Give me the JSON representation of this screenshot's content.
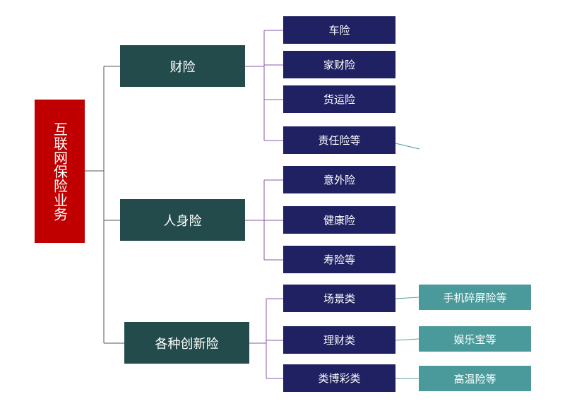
{
  "root": {
    "label": "互联网保险业务"
  },
  "categories": [
    {
      "label": "财险",
      "children": [
        "车险",
        "家财险",
        "货运险",
        "责任险等"
      ]
    },
    {
      "label": "人身险",
      "children": [
        "意外险",
        "健康险",
        "寿险等"
      ]
    },
    {
      "label": "各种创新险",
      "children": [
        "场景类",
        "理财类",
        "类博彩类"
      ],
      "extras": [
        "手机碎屏险等",
        "娱乐宝等",
        "高温险等"
      ]
    }
  ],
  "colors": {
    "root": "#c00000",
    "category": "#244b4b",
    "leaf": "#1f2162",
    "extra": "#4a9a9c",
    "connector_root": "#555555",
    "connector_branch": "#8a5aa8"
  }
}
